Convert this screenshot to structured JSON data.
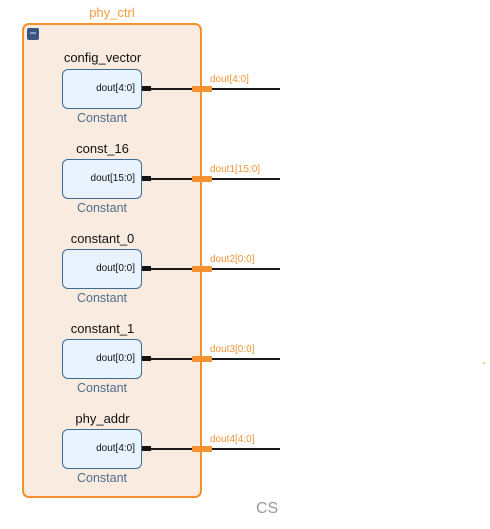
{
  "hierarchy": {
    "title": "phy_ctrl",
    "collapse_symbol": "−"
  },
  "cells": [
    {
      "name": "config_vector",
      "pin": "dout[4:0]",
      "type": "Constant",
      "port": "dout[4:0]"
    },
    {
      "name": "const_16",
      "pin": "dout[15:0]",
      "type": "Constant",
      "port": "dout1[15:0]"
    },
    {
      "name": "constant_0",
      "pin": "dout[0:0]",
      "type": "Constant",
      "port": "dout2[0:0]"
    },
    {
      "name": "constant_1",
      "pin": "dout[0:0]",
      "type": "Constant",
      "port": "dout3[0:0]"
    },
    {
      "name": "phy_addr",
      "pin": "dout[4:0]",
      "type": "Constant",
      "port": "dout4[4:0]"
    }
  ],
  "footer": "CS",
  "colors": {
    "hier_border": "#f5912f",
    "hier_fill": "#faebe0",
    "cell_fill": "#e9f3fd",
    "cell_border": "#3c6b93",
    "port": "#f5912f",
    "wire": "#1a1a1a"
  }
}
